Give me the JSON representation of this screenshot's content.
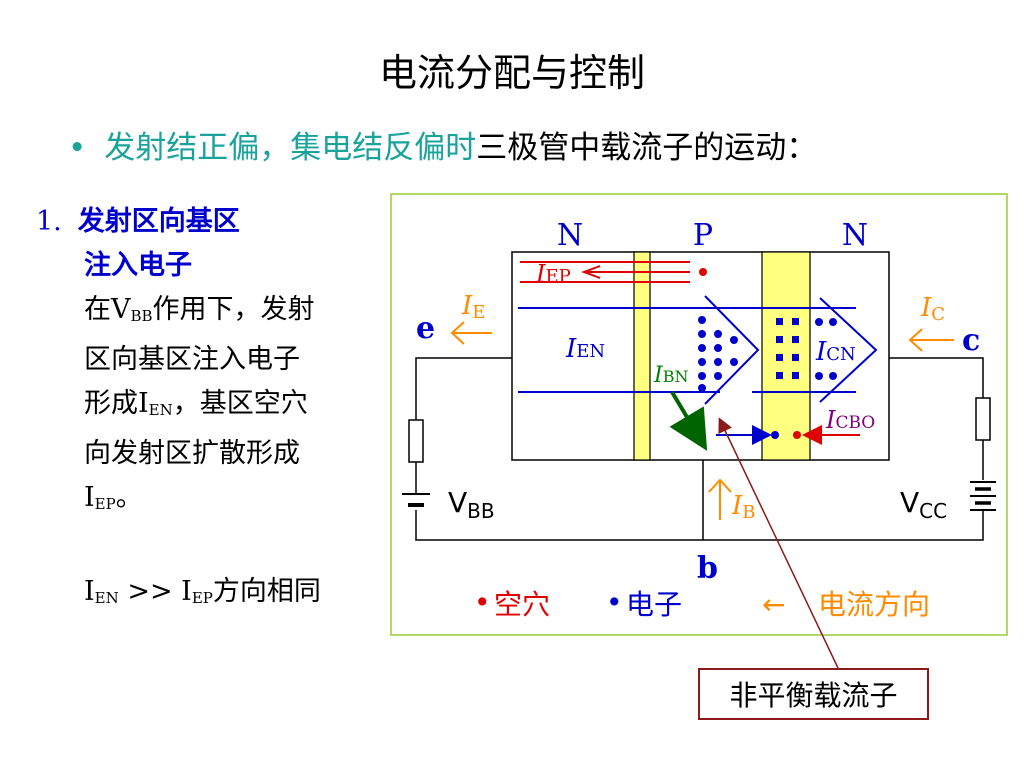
{
  "title": "电流分配与控制",
  "bullet": {
    "highlight": "发射结正偏，集电结反偏时",
    "rest": "三极管中载流子的运动："
  },
  "step": {
    "number": "1.",
    "heading_line1": "发射区向基区",
    "heading_line2": "注入电子",
    "desc1_pre": "在V",
    "desc1_sub": "BB",
    "desc1_post": "作用下，发射",
    "desc2": "区向基区注入电子",
    "desc3_pre": "形成I",
    "desc3_sub": "EN",
    "desc3_post": "，基区空穴",
    "desc4": "向发射区扩散形成",
    "desc5_pre": "I",
    "desc5_sub": "EP",
    "desc5_post": "。"
  },
  "relation": {
    "a": "I",
    "a_sub": "EN",
    "op": " >> ",
    "b": "I",
    "b_sub": "EP",
    "post": "方向相同"
  },
  "diagram": {
    "region_n1": "N",
    "region_p": "P",
    "region_n2": "N",
    "label_e": "e",
    "label_c": "c",
    "label_b": "b",
    "current_I": "I",
    "sub_E": "E",
    "sub_C": "C",
    "sub_B": "B",
    "sub_EP": "EP",
    "sub_EN": "EN",
    "sub_BN": "BN",
    "sub_CN": "CN",
    "sub_CBO": "CBO",
    "vbb": "V",
    "vbb_sub": "BB",
    "vcc": "V",
    "vcc_sub": "CC",
    "legend_hole_dot": "•",
    "legend_hole": "空穴",
    "legend_electron_dot": "•",
    "legend_electron": "电子",
    "legend_current_arrow": "←",
    "legend_current": "电流方向",
    "colors": {
      "blue": "#0000cc",
      "red": "#e00000",
      "orange": "#ff8c00",
      "green": "#008000",
      "purple": "#800080",
      "yellow": "#ffff80",
      "frame": "#99cc33",
      "callout": "#8b1a1a"
    }
  },
  "callout": "非平衡载流子"
}
